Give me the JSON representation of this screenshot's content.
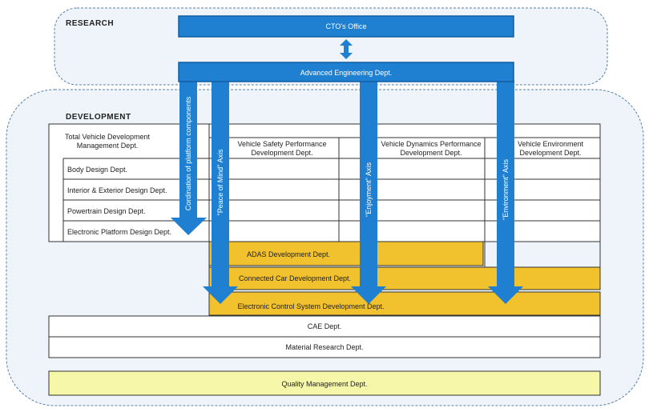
{
  "sections": {
    "research": "RESEARCH",
    "development": "DEVELOPMENT"
  },
  "top": {
    "cto": "CTO's Office",
    "adv_eng": "Advanced Engineering Dept."
  },
  "left_depts": {
    "total_line1": "Total Vehicle Development",
    "total_line2": "Management Dept.",
    "body": "Body Design Dept.",
    "interior": "Interior & Exterior Design Dept.",
    "powertrain": "Powertrain Design Dept.",
    "electronic_platform": "Electronic Platform Design Dept."
  },
  "columns": {
    "safety_line1": "Vehicle Safety Performance",
    "safety_line2": "Development Dept.",
    "dynamics_line1": "Vehicle Dynamics Performance",
    "dynamics_line2": "Development Dept.",
    "environment_line1": "Vehicle Environment",
    "environment_line2": "Development Dept."
  },
  "yellow_rows": {
    "adas": "ADAS Development Dept.",
    "connected": "Connected Car Development Dept.",
    "ecs": "Electronic Control System Development Dept."
  },
  "bottom_rows": {
    "cae": "CAE Dept.",
    "material": "Material Research Dept.",
    "quality": "Quality Management Dept."
  },
  "axes": {
    "platform": "Cordination of platform components",
    "peace": "\"Peace of Mind\" Axis",
    "enjoyment": "\"Enjoyment\" Axis",
    "environment": "\"Environment\" Axis"
  },
  "colors": {
    "blue": "#1f7fd0",
    "blue_dark": "#145fa3",
    "yellow": "#f2c12e",
    "yellow_light": "#f6f7a8",
    "bg": "#eef4fa"
  }
}
